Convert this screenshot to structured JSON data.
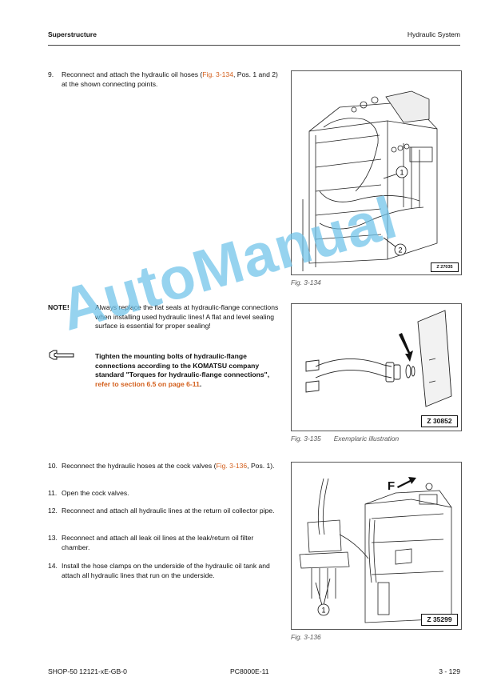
{
  "header": {
    "section": "Superstructure",
    "chapter": "Hydraulic System"
  },
  "steps_top": [
    {
      "num": "9.",
      "text_before": "Reconnect and attach the hydraulic oil hoses (",
      "ref": "Fig. 3-134",
      "text_after": ", Pos. 1 and 2) at the shown connecting points."
    }
  ],
  "fig134": {
    "caption": "Fig. 3-134",
    "code": "Z 27035",
    "callouts": [
      "1",
      "2"
    ]
  },
  "note": {
    "label": "NOTE!",
    "text": "Always replace the flat seals at hydraulic-flange connections when installing used hydraulic lines! A flat and level sealing surface is essential for proper sealing!"
  },
  "tip": {
    "icon": "wrench-icon",
    "text_bold": "Tighten the mounting bolts of hydraulic-flange connections according to the KOMATSU company standard \"Torques for hydraulic-flange connections\", ",
    "ref": "refer to section 6.5 on page 6-11",
    "text_end": "."
  },
  "fig135": {
    "caption": "Fig. 3-135",
    "caption_extra": "Exemplaric illustration",
    "code": "Z 30852"
  },
  "steps_bottom": [
    {
      "num": "10.",
      "text_before": "Reconnect the hydraulic hoses at the cock valves (",
      "ref": "Fig. 3-136",
      "text_after": ", Pos. 1)."
    },
    {
      "num": "11.",
      "text_before": "Open the cock valves.",
      "ref": "",
      "text_after": ""
    },
    {
      "num": "12.",
      "text_before": "Reconnect and attach all hydraulic lines at the return oil collector pipe.",
      "ref": "",
      "text_after": ""
    },
    {
      "num": "13.",
      "text_before": "Reconnect and attach all leak oil lines at the leak/return oil filter chamber.",
      "ref": "",
      "text_after": ""
    },
    {
      "num": "14.",
      "text_before": "Install the hose clamps on the underside of the hydraulic oil tank and attach all hydraulic lines that run on the underside.",
      "ref": "",
      "text_after": ""
    }
  ],
  "fig136": {
    "caption": "Fig. 3-136",
    "code": "Z 35299",
    "callout": "1",
    "direction_label": "F"
  },
  "watermark": "AutoManual",
  "footer": {
    "left": "SHOP-50 12121-xE-GB-0",
    "center": "PC8000E-11",
    "right": "3 - 129"
  },
  "colors": {
    "reference": "#d35f1c",
    "watermark": "#6ec3ea"
  }
}
